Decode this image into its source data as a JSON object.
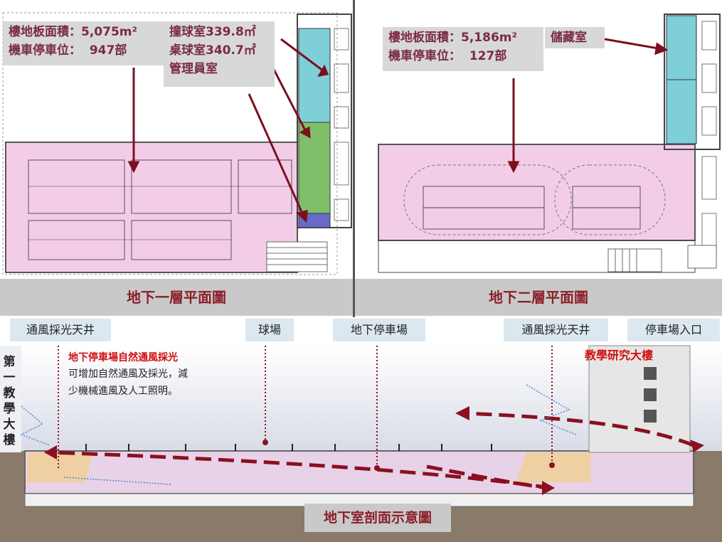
{
  "b1": {
    "area_label": "樓地板面積：5,075m²",
    "moto_label": "機車停車位：",
    "moto_count": "947部",
    "rooms": [
      "撞球室339.8㎡",
      "桌球室340.7㎡",
      "管理員室"
    ],
    "title": "地下一層平面圖"
  },
  "b2": {
    "area_label": "樓地板面積：5,186m²",
    "moto_label": "機車停車位：",
    "moto_count": "127部",
    "room": "儲藏室",
    "title": "地下二層平面圖"
  },
  "section": {
    "labels": [
      "通風採光天井",
      "球場",
      "地下停車場",
      "通風採光天井",
      "停車場入口"
    ],
    "left_building": [
      "第",
      "一",
      "教",
      "學",
      "大",
      "樓"
    ],
    "right_building": "教學研究大樓",
    "note_title": "地下停車場自然通風採光",
    "note_lines": [
      "可增加自然通風及採光，減",
      "少機械進風及人工照明。"
    ],
    "title": "地下室剖面示意圖"
  },
  "colors": {
    "parking_pink": "#f3cde8",
    "billiard_cyan": "#7fcfd8",
    "pingpong_green": "#7fbf6a",
    "office_blue": "#6a6ac8",
    "arrow_red": "#8a1020",
    "band_gray": "#c9c9c9"
  }
}
